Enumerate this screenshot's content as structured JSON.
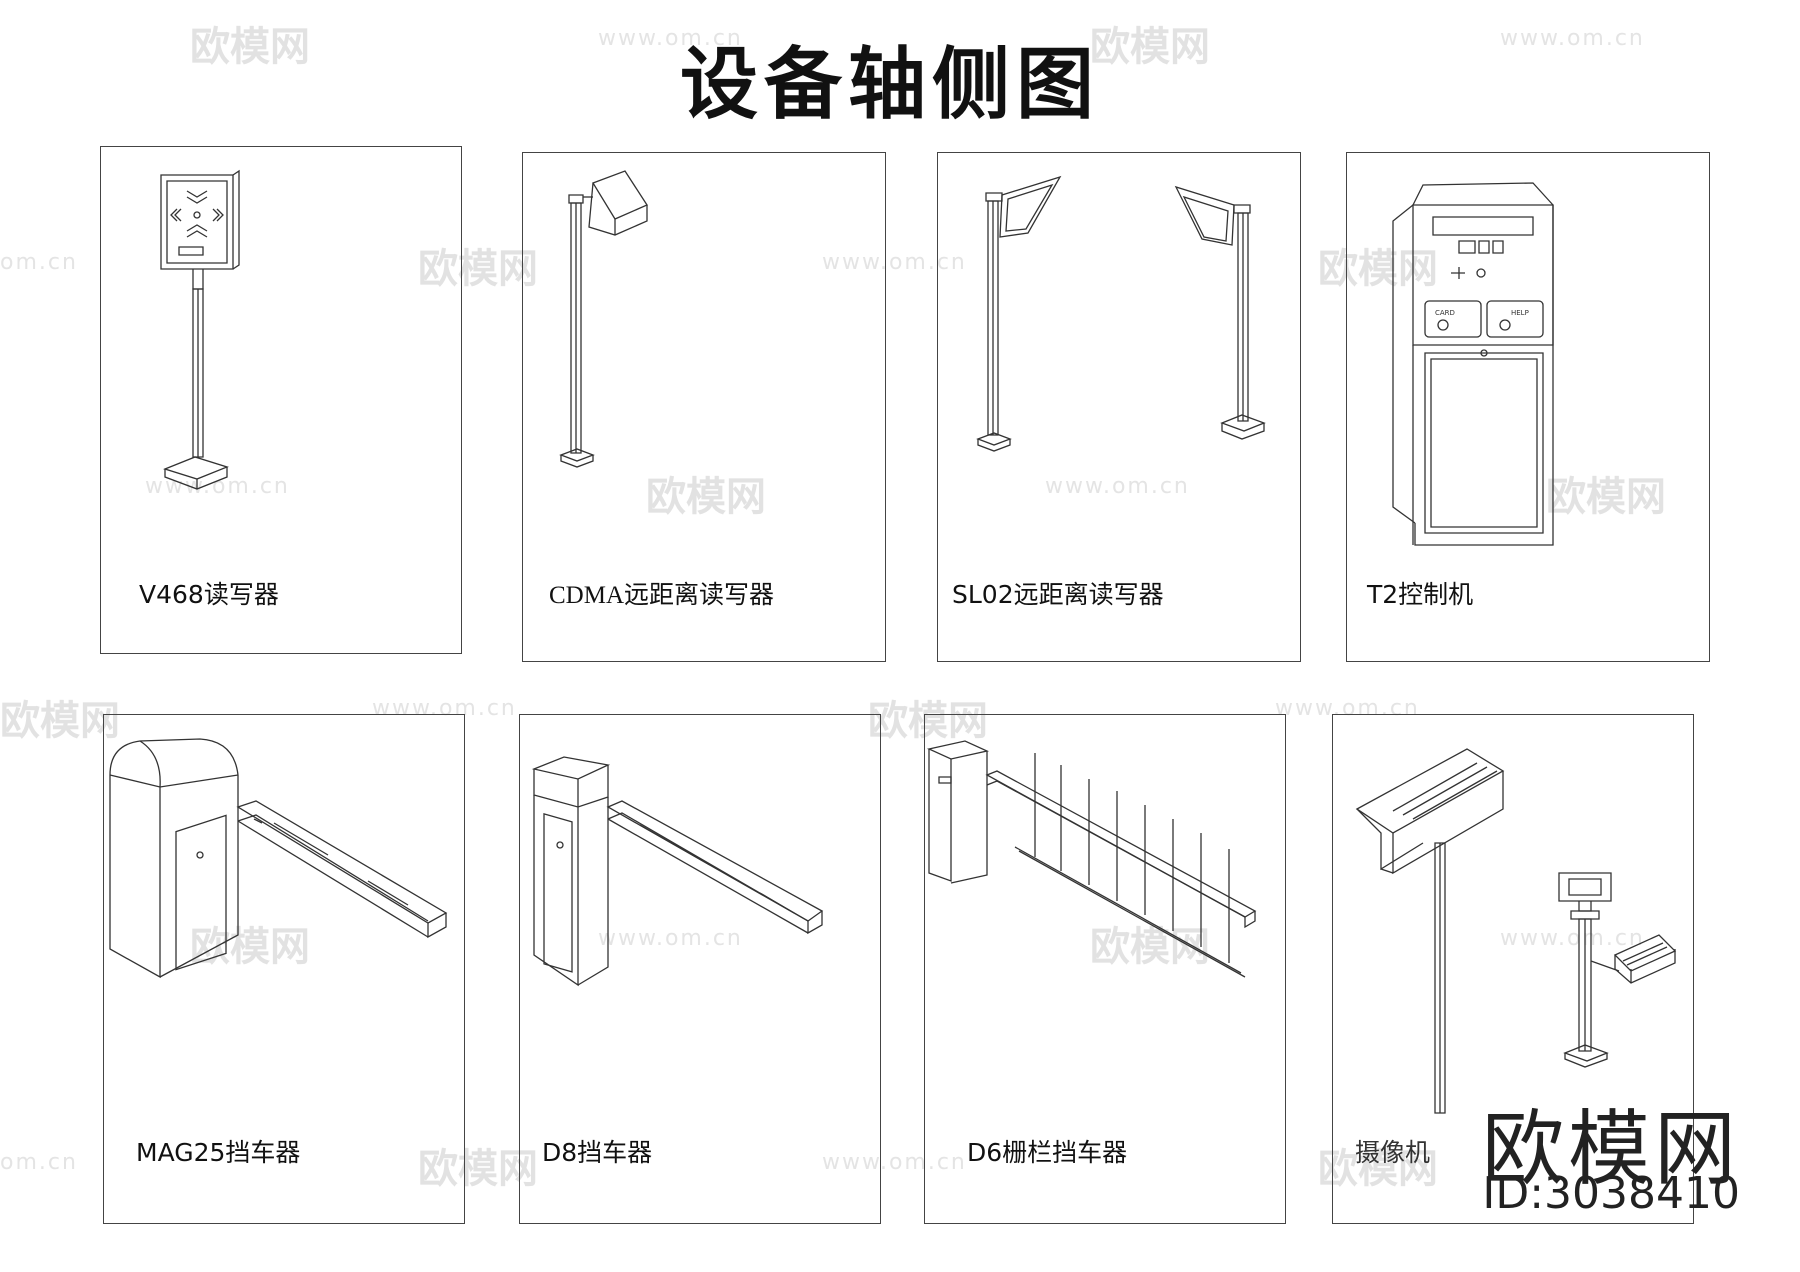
{
  "title": "设备轴侧图",
  "panels": [
    {
      "id": "v468",
      "label": "V468读写器"
    },
    {
      "id": "cdma",
      "label": "CDMA远距离读写器"
    },
    {
      "id": "sl02",
      "label": "SL02远距离读写器"
    },
    {
      "id": "t2",
      "label": "T2控制机"
    },
    {
      "id": "mag25",
      "label": "MAG25挡车器"
    },
    {
      "id": "d8",
      "label": "D8挡车器"
    },
    {
      "id": "d6",
      "label": "D6栅栏挡车器"
    },
    {
      "id": "camera",
      "label": "摄像机"
    }
  ],
  "watermark": {
    "site": "www.om.cn",
    "site_short": "om.cn",
    "brand": "欧模网"
  },
  "brand": {
    "name": "欧模网",
    "id_text": "ID:3038410"
  },
  "device_text": {
    "card": "CARD",
    "help": "HELP"
  }
}
